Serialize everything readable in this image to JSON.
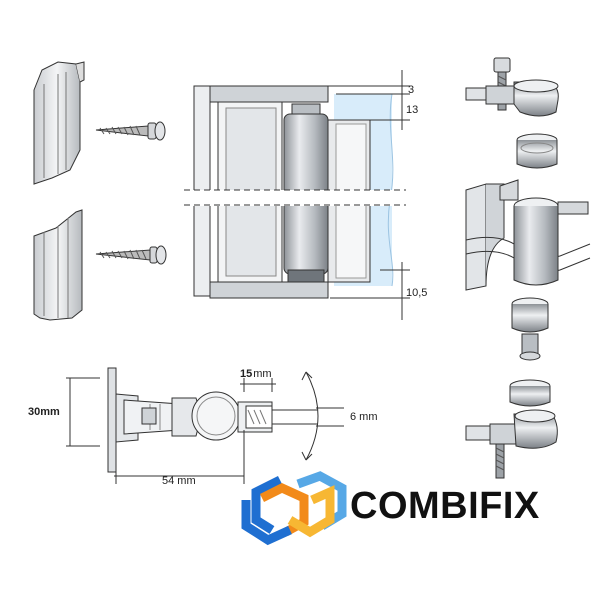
{
  "dimensions": {
    "top_gap": "3",
    "glass_offset": "13",
    "bottom_gap": "10,5",
    "pin_width_bold": "15",
    "pin_width_unit": "mm",
    "height_label": "30mm",
    "glass_thickness": "6 mm",
    "length_label": "54 mm"
  },
  "brand": {
    "name": "COMBIFIX",
    "colors": {
      "blue": "#1f6fd1",
      "orange": "#f28a1a",
      "light_blue": "#57a8e6",
      "yellow": "#f7b733"
    }
  },
  "colors": {
    "line": "#333333",
    "metal_light": "#e6e8ea",
    "metal_mid": "#c4c8cc",
    "metal_dark": "#8a8f95",
    "glass": "#d8ecfa"
  }
}
